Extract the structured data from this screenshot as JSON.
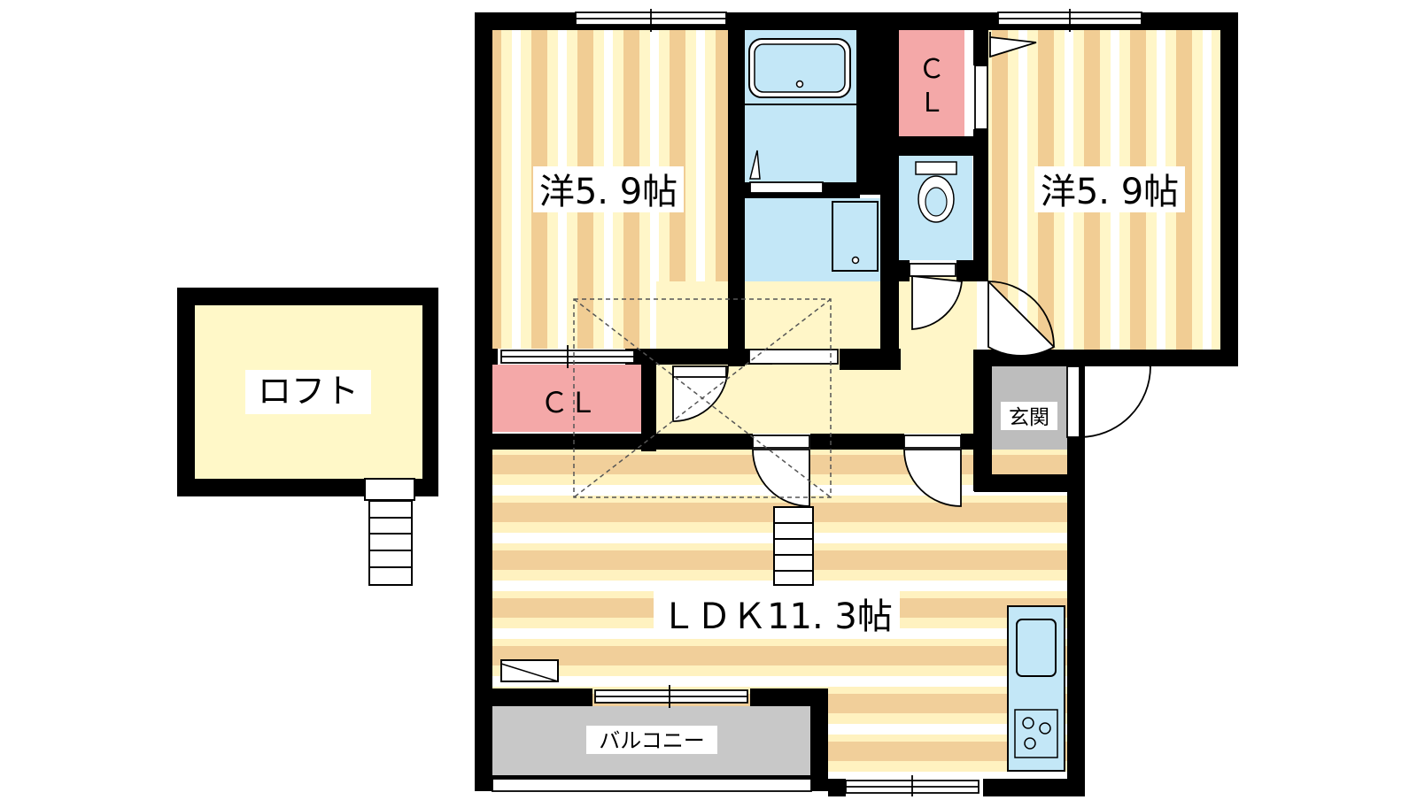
{
  "plan": {
    "loft_label": "ロフト",
    "room_west_label": "洋5. 9帖",
    "room_east_label": "洋5. 9帖",
    "ldk_label": "ＬＤＫ11. 3帖",
    "closet_label": "ＣＬ",
    "closet_upper_line1": "Ｃ",
    "closet_upper_line2": "Ｌ",
    "entrance_label": "玄関",
    "balcony_label": "バルコニー"
  },
  "colors": {
    "wall": "#000000",
    "floor_light": "#fff6c8",
    "floor_stripe": "#f1cd94",
    "ldk_light": "#fff2c0",
    "ldk_stripe": "#f1cf9a",
    "hall": "#fff6c8",
    "loft": "#fff8c8",
    "closet": "#f4a8a8",
    "wet_area": "#c3e7f7",
    "entrance": "#bdbdbd",
    "balcony": "#c8c8c8"
  }
}
